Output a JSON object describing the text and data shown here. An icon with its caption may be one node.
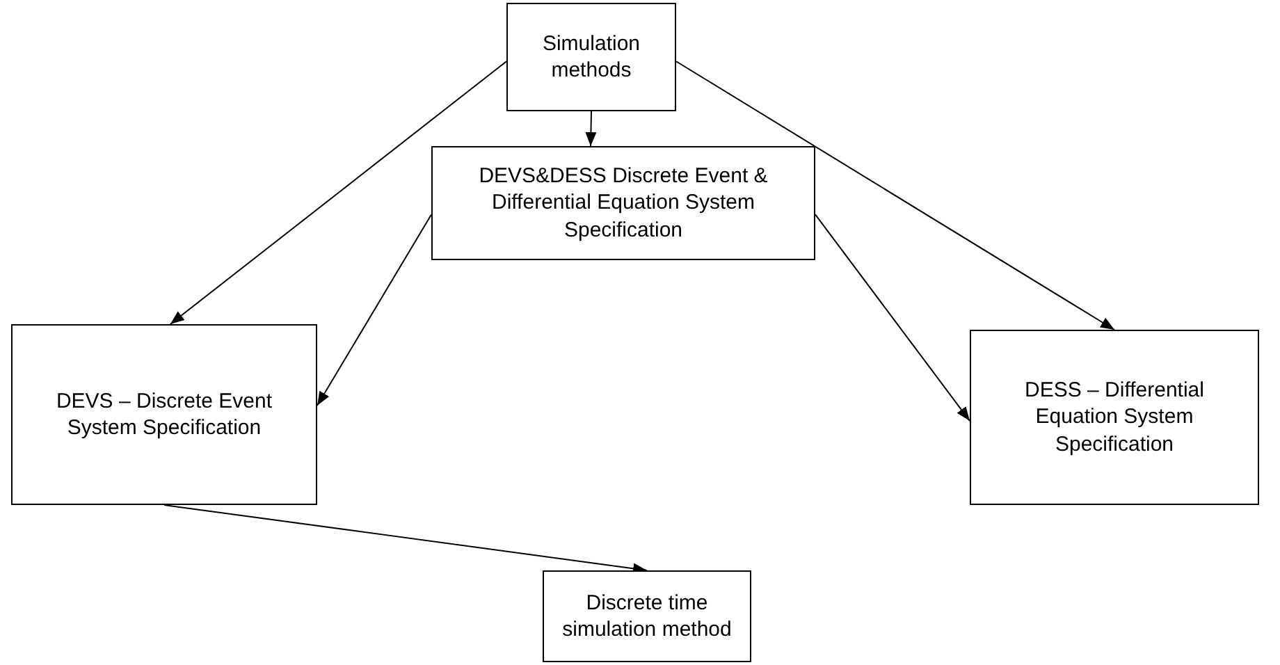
{
  "diagram": {
    "nodes": [
      {
        "text": [
          "Simulation methods"
        ]
      },
      {
        "text": [
          "DEVS&DESS Discrete Event & Differential Equation System Specification"
        ]
      },
      {
        "text": [
          "DEVS – Discrete Event System Specification"
        ]
      },
      {
        "text": [
          "DESS – Differential Equation System Specification"
        ]
      },
      {
        "text": [
          "Discrete time simulation method"
        ]
      }
    ],
    "edges": [
      {
        "from": 0,
        "to": 2,
        "arrow": "to"
      },
      {
        "from": 0,
        "to": 1,
        "arrow": "to"
      },
      {
        "from": 0,
        "to": 3,
        "arrow": "to"
      },
      {
        "from": 1,
        "to": 2,
        "arrow": "to"
      },
      {
        "from": 1,
        "to": 3,
        "arrow": "to"
      },
      {
        "from": 2,
        "to": 4,
        "arrow": "to"
      }
    ]
  }
}
